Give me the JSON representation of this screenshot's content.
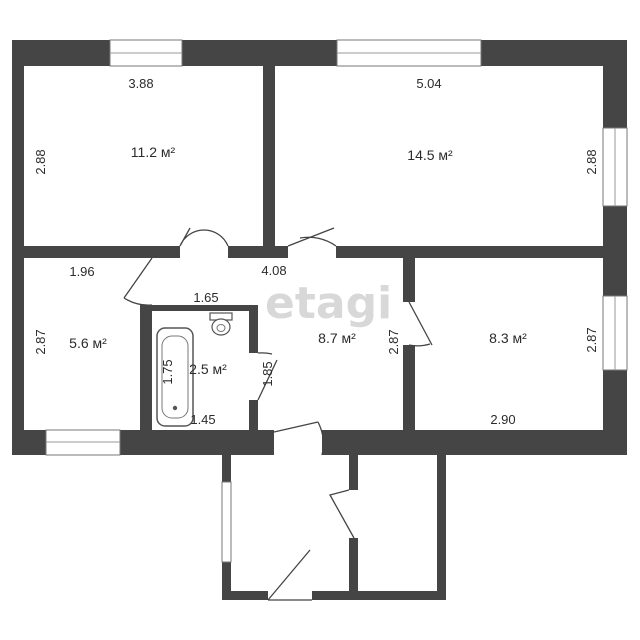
{
  "watermark": "etagi",
  "rooms": {
    "room1": {
      "area": "11.2 м²",
      "width": "3.88",
      "height": "2.88"
    },
    "room2": {
      "area": "14.5 м²",
      "width": "5.04",
      "height": "2.88"
    },
    "room3": {
      "area": "5.6 м²",
      "width": "1.96",
      "height": "2.87"
    },
    "hall": {
      "area": "8.7 м²",
      "width": "4.08",
      "inner": "1.65",
      "height": "2.87"
    },
    "room4": {
      "area": "8.3 м²",
      "width": "2.90",
      "height": "2.87"
    },
    "bath": {
      "area": "2.5 м²",
      "width": "1.45",
      "height": "1.75",
      "side": "1.85"
    }
  },
  "colors": {
    "wall": "#454545",
    "text": "#2b2b2b",
    "watermark": "#d8d8d8"
  }
}
